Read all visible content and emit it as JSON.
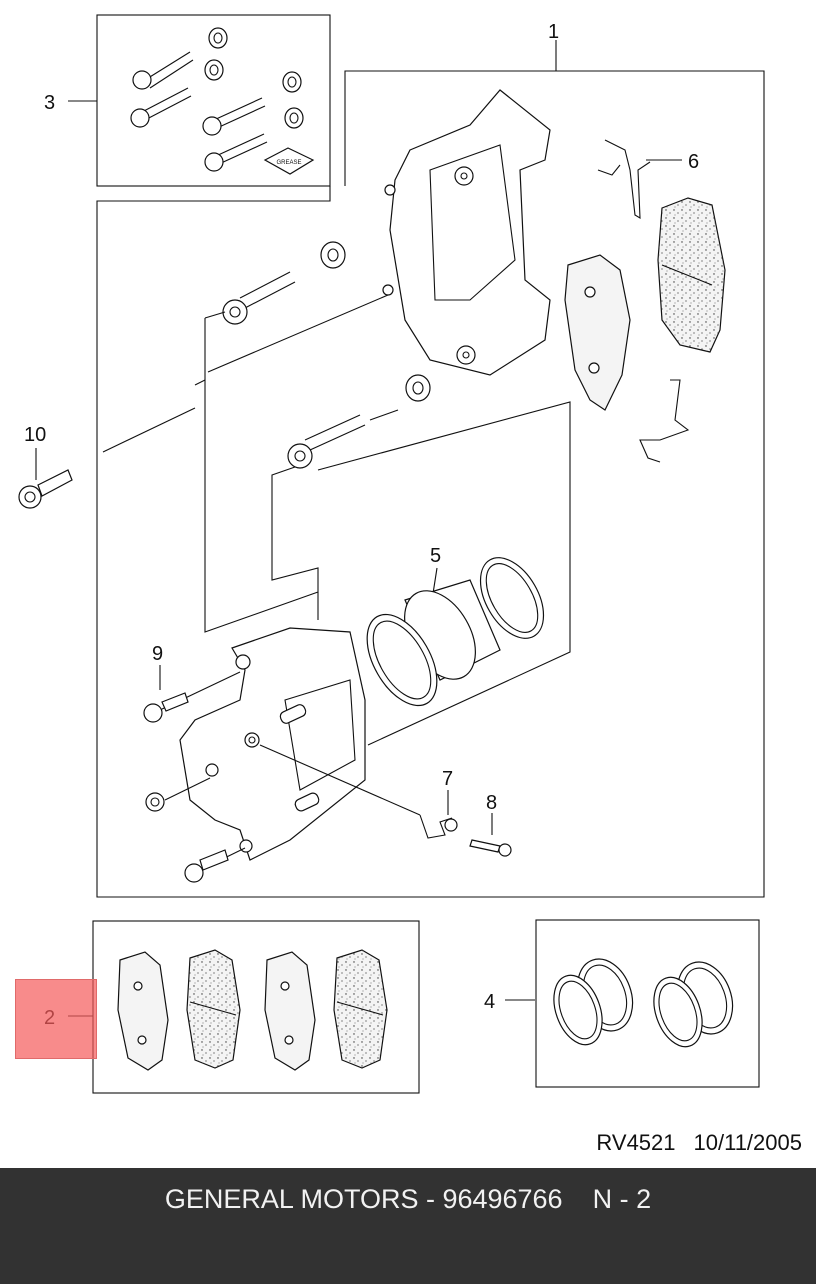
{
  "diagram": {
    "callouts": [
      {
        "id": "1",
        "label": "1"
      },
      {
        "id": "2",
        "label": "2"
      },
      {
        "id": "3",
        "label": "3"
      },
      {
        "id": "4",
        "label": "4"
      },
      {
        "id": "5",
        "label": "5"
      },
      {
        "id": "6",
        "label": "6"
      },
      {
        "id": "7",
        "label": "7"
      },
      {
        "id": "8",
        "label": "8"
      },
      {
        "id": "9",
        "label": "9"
      },
      {
        "id": "10",
        "label": "10"
      }
    ],
    "grease_label": "GREASE"
  },
  "reference": {
    "code": "RV4521",
    "date": "10/11/2005"
  },
  "footer": {
    "text": "GENERAL MOTORS - 96496766    N - 2"
  },
  "colors": {
    "footer_bg": "#323232",
    "highlight": "#f55a5a"
  }
}
